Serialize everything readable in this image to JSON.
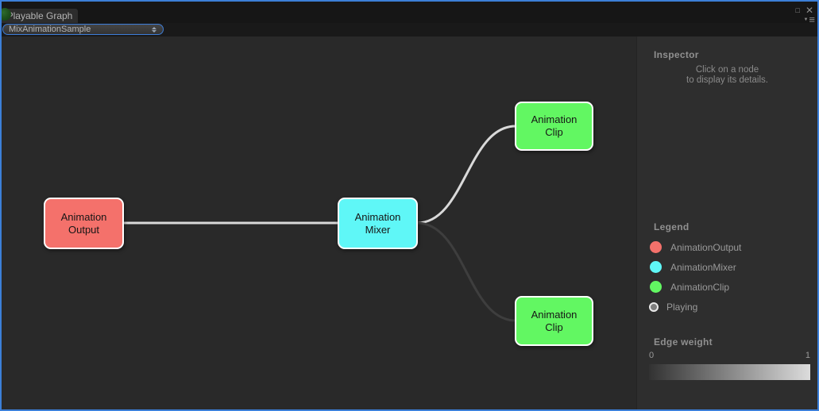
{
  "window": {
    "tab": "Playable Graph",
    "controls": {
      "maximize_glyph": "□",
      "close_glyph": "✕",
      "menu_caret_glyph": "▼",
      "menu_glyph": "≡"
    }
  },
  "toolbar": {
    "graph_selector_value": "MixAnimationSample"
  },
  "graph": {
    "nodes": [
      {
        "type": "AnimationOutput",
        "line1": "Animation",
        "line2": "Output",
        "color": "#f4716b"
      },
      {
        "type": "AnimationMixer",
        "line1": "Animation",
        "line2": "Mixer",
        "color": "#5ff7f7"
      },
      {
        "type": "AnimationClip",
        "line1": "Animation",
        "line2": "Clip",
        "color": "#62f762"
      },
      {
        "type": "AnimationClip",
        "line1": "Animation",
        "line2": "Clip",
        "color": "#62f762"
      }
    ],
    "edges": [
      {
        "from": "AnimationOutput",
        "to": "AnimationMixer",
        "color": "#d9d9d9"
      },
      {
        "from": "AnimationMixer",
        "to": "AnimationClip-top",
        "color": "#d9d9d9"
      },
      {
        "from": "AnimationMixer",
        "to": "AnimationClip-bottom",
        "color": "#3e3e3e"
      }
    ]
  },
  "inspector": {
    "title": "Inspector",
    "placeholder_line1": "Click on a node",
    "placeholder_line2": "to display its details."
  },
  "legend": {
    "title": "Legend",
    "items": [
      {
        "label": "AnimationOutput",
        "color": "#f4716b"
      },
      {
        "label": "AnimationMixer",
        "color": "#5ff7f7"
      },
      {
        "label": "AnimationClip",
        "color": "#62f762"
      },
      {
        "label": "Playing",
        "color": "#7d7d7d"
      }
    ]
  },
  "edge_weight": {
    "title": "Edge weight",
    "min": "0",
    "max": "1",
    "gradient_start": "#323232",
    "gradient_end": "#dcdcdc",
    "gradient_css": "linear-gradient(90deg, #323232, #dcdcdc)"
  },
  "colors": {
    "focus_border": "#3c7fd8",
    "node_border": "#ffffff"
  }
}
